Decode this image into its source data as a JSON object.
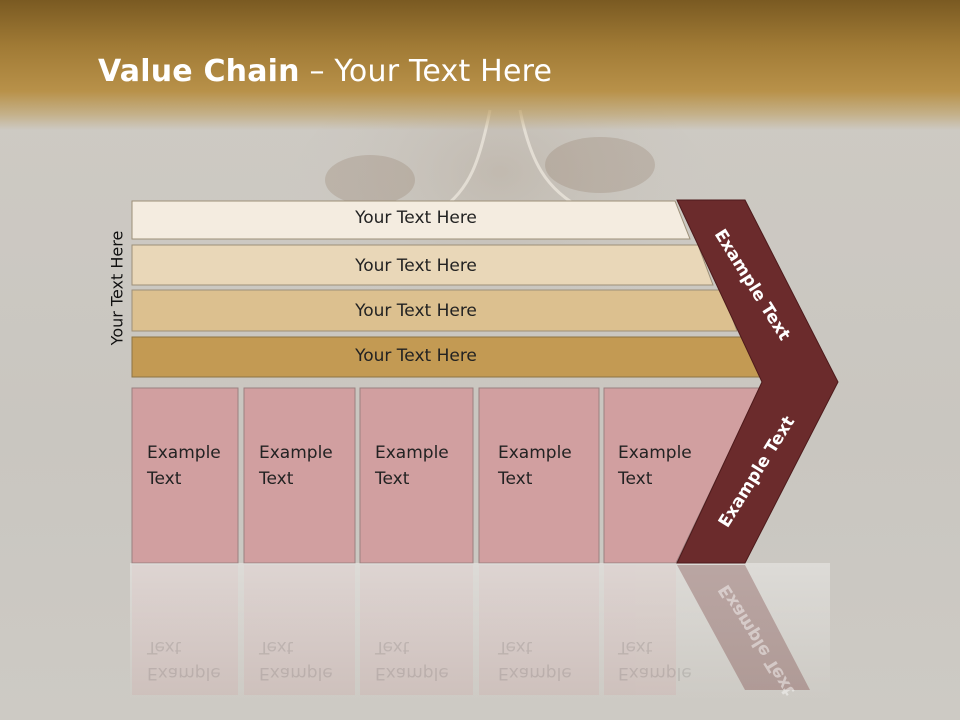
{
  "slide": {
    "title_bold": "Value Chain",
    "title_rest": " – Your Text Here",
    "side_label": "Your Text Here"
  },
  "bars": [
    {
      "label": "Your Text Here",
      "color": "#f4ece0"
    },
    {
      "label": "Your Text Here",
      "color": "#e9d7b8"
    },
    {
      "label": "Your Text Here",
      "color": "#dcc08f"
    },
    {
      "label": "Your Text Here",
      "color": "#c39a53"
    }
  ],
  "cells": [
    {
      "line1": "Example",
      "line2": "Text"
    },
    {
      "line1": "Example",
      "line2": "Text"
    },
    {
      "line1": "Example",
      "line2": "Text"
    },
    {
      "line1": "Example",
      "line2": "Text"
    },
    {
      "line1": "Example",
      "line2": "Text"
    }
  ],
  "chevron": {
    "upper_label": "Example Text",
    "lower_label": "Example Text",
    "color": "#6b2b2c"
  },
  "colors": {
    "cell_fill": "#d19fa0",
    "header_gold": "#a07a35"
  }
}
